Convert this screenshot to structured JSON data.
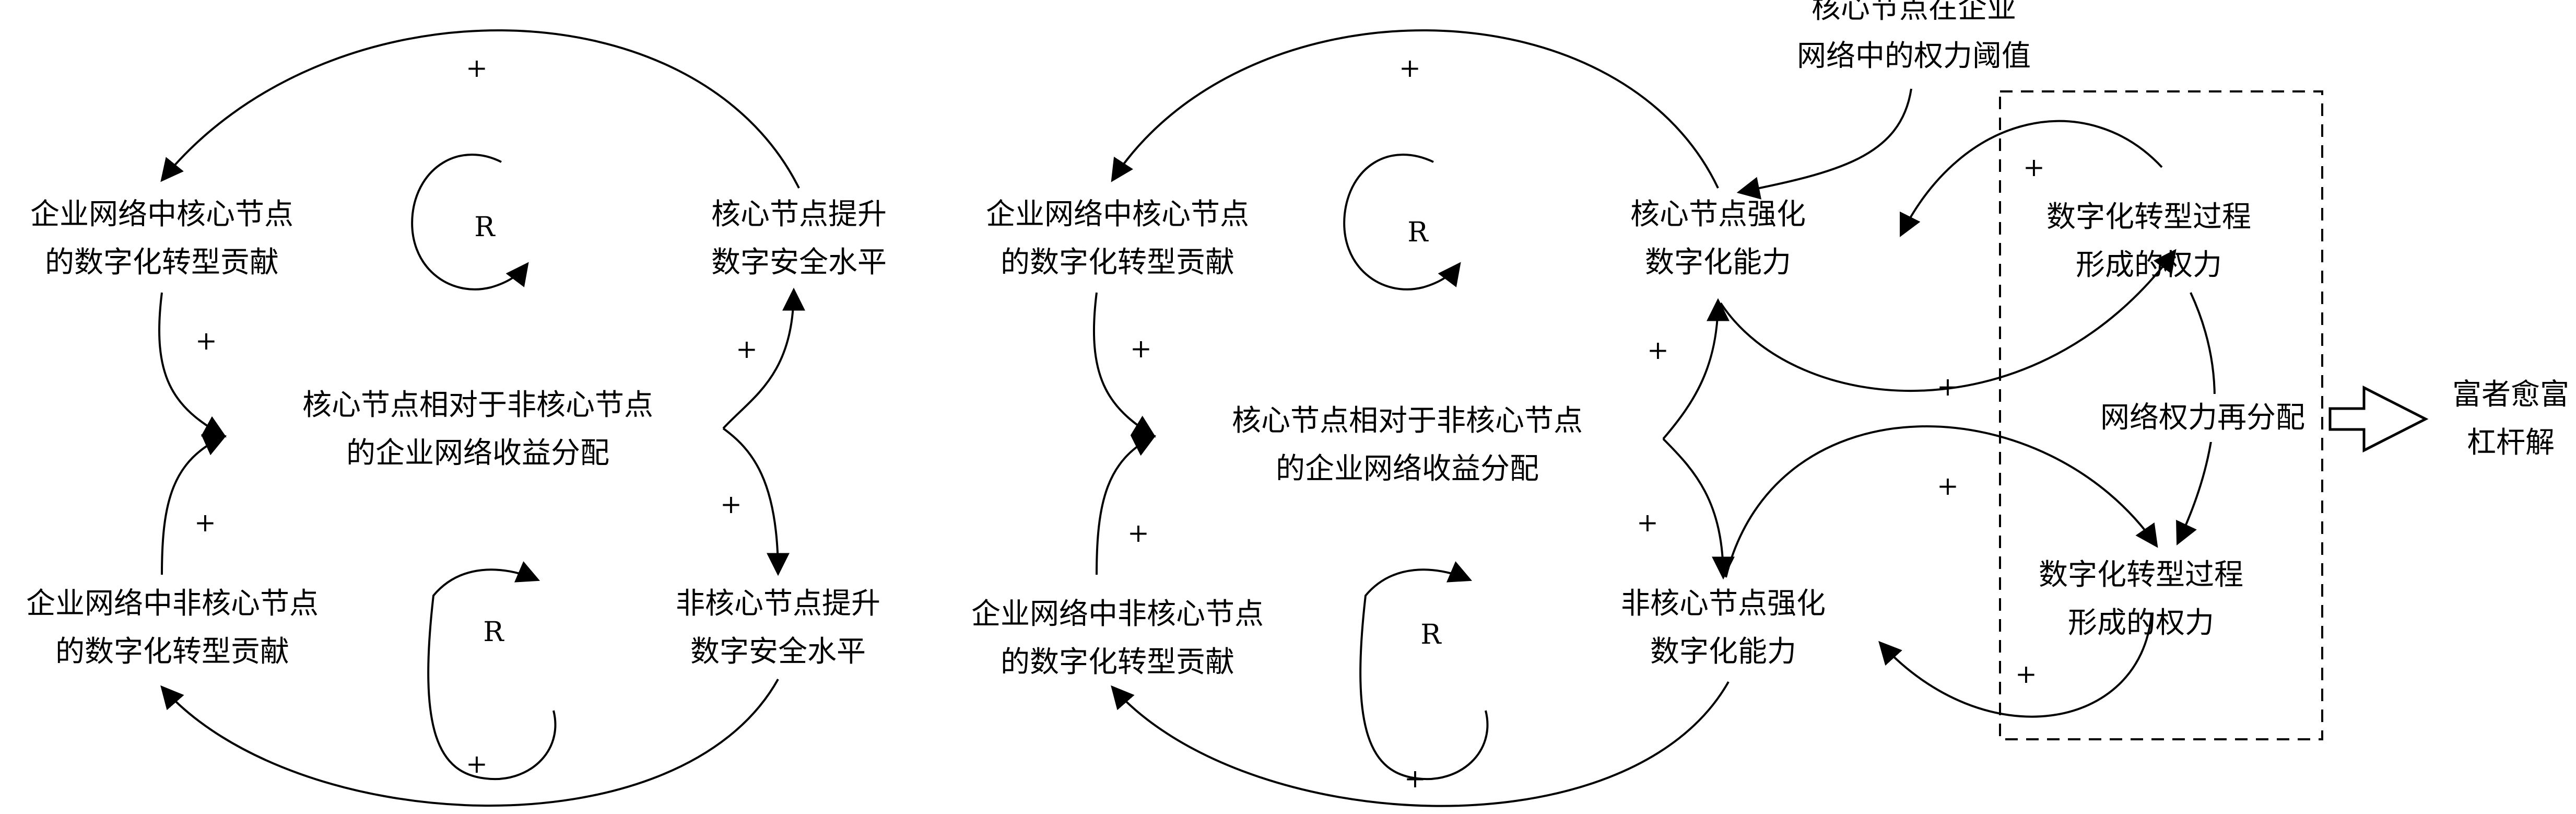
{
  "diagram1": {
    "core_contribution": [
      "企业网络中核心节点",
      "的数字化转型贡献"
    ],
    "core_security": [
      "核心节点提升",
      "数字安全水平"
    ],
    "center": [
      "核心节点相对于非核心节点",
      "的企业网络收益分配"
    ],
    "noncore_contribution": [
      "企业网络中非核心节点",
      "的数字化转型贡献"
    ],
    "noncore_security": [
      "非核心节点提升",
      "数字安全水平"
    ],
    "loop_label": "R",
    "plus": "+"
  },
  "diagram2": {
    "core_contribution": [
      "企业网络中核心节点",
      "的数字化转型贡献"
    ],
    "core_capability": [
      "核心节点强化",
      "数字化能力"
    ],
    "center": [
      "核心节点相对于非核心节点",
      "的企业网络收益分配"
    ],
    "noncore_contribution": [
      "企业网络中非核心节点",
      "的数字化转型贡献"
    ],
    "noncore_capability": [
      "非核心节点强化",
      "数字化能力"
    ],
    "power_threshold": [
      "核心节点在企业",
      "网络中的权力阈值"
    ],
    "power_top": [
      "数字化转型过程",
      "形成的权力"
    ],
    "power_bottom": [
      "数字化转型过程",
      "形成的权力"
    ],
    "redistribution": "网络权力再分配",
    "result": [
      "富者愈富",
      "杠杆解"
    ],
    "loop_label": "R",
    "plus": "+"
  }
}
